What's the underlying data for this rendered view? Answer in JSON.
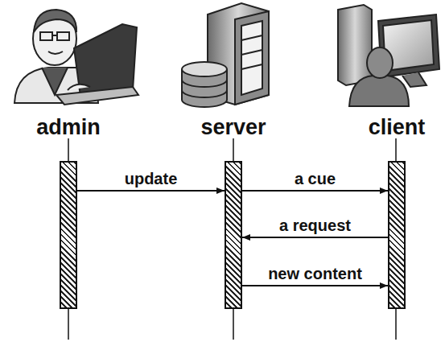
{
  "diagram": {
    "nodes": [
      {
        "text": [
          "admin"
        ]
      },
      {
        "text": [
          "server"
        ]
      },
      {
        "text": [
          "client"
        ]
      }
    ],
    "edges": [
      {
        "from": 0,
        "to": 1,
        "label": "update",
        "arrow": "to"
      },
      {
        "from": 1,
        "to": 2,
        "label": "a cue",
        "arrow": "to"
      },
      {
        "from": 2,
        "to": 1,
        "label": "a request",
        "arrow": "to"
      },
      {
        "from": 1,
        "to": 2,
        "label": "new content",
        "arrow": "to"
      }
    ]
  }
}
